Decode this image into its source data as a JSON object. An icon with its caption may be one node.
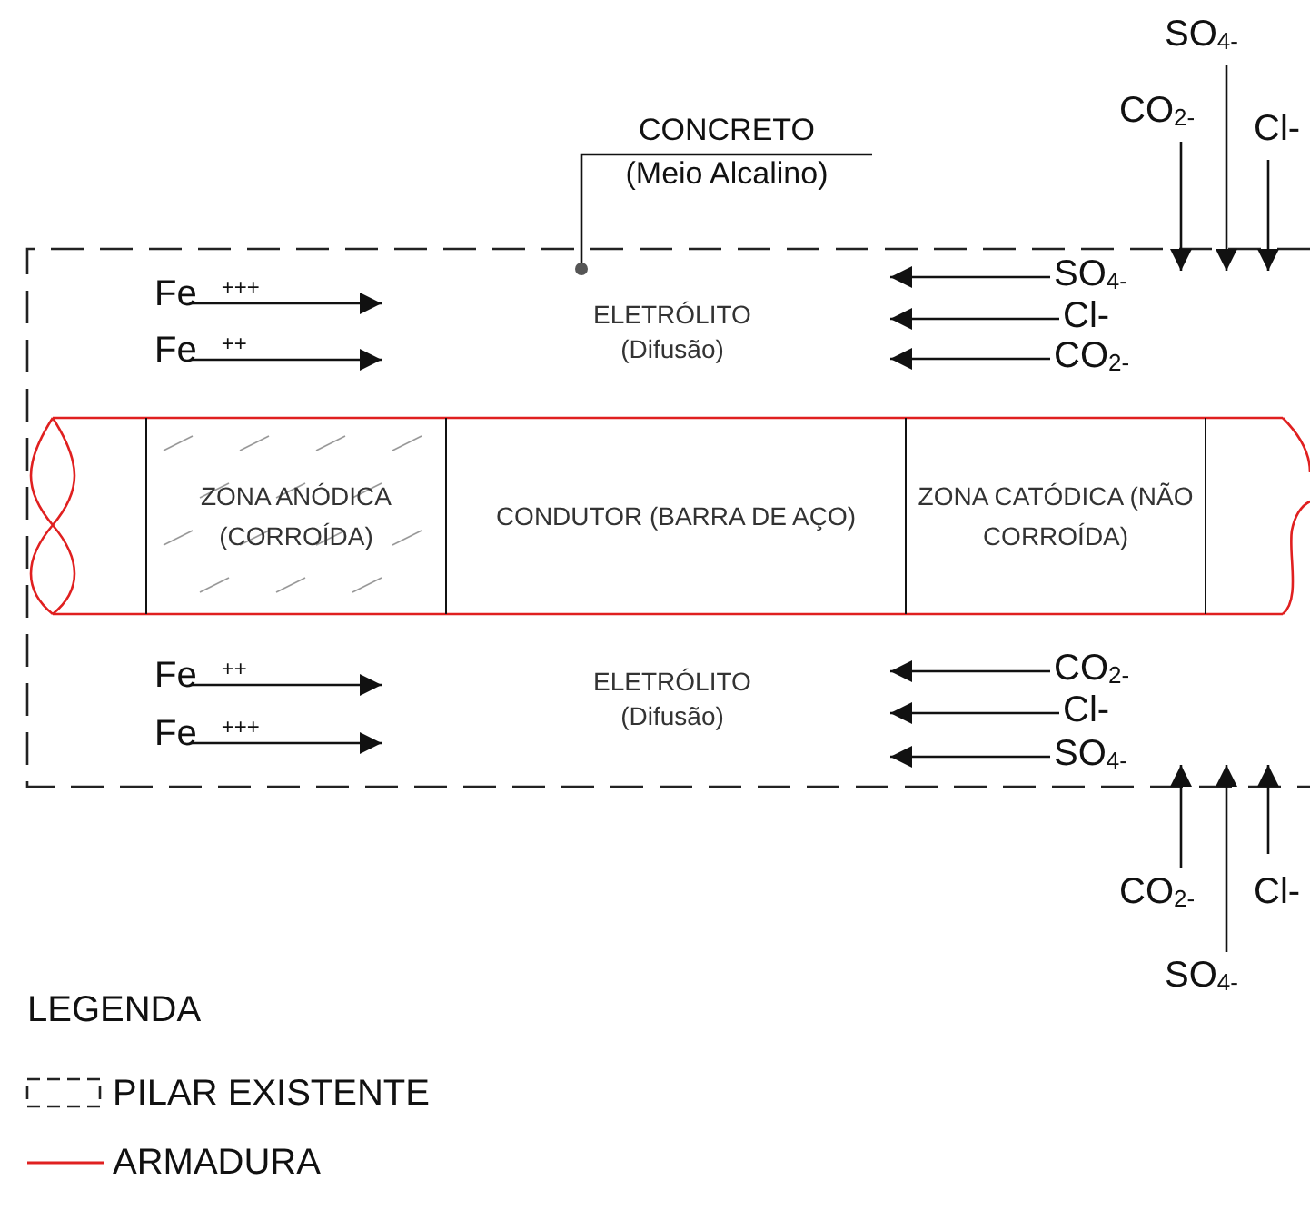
{
  "diagram": {
    "nodes": [
      {
        "text": [
          "CONCRETO",
          "(Meio Alcalino)"
        ]
      },
      {
        "text": [
          "SO$_{4-}$"
        ]
      },
      {
        "text": [
          "CO$_{2-}$"
        ]
      },
      {
        "text": [
          "Cl-"
        ]
      },
      {
        "text": [],
        "shape": "box"
      },
      {
        "text": [
          "Fe $^{+++}$"
        ],
        "in": 4
      },
      {
        "text": [
          "SO$_{4-}$"
        ],
        "in": 4
      },
      {
        "text": [
          "Fe $^{++}$"
        ],
        "in": 4
      },
      {
        "text": [
          "Cl-"
        ],
        "in": 4
      },
      {
        "text": [
          "CO$_{2-}$"
        ],
        "in": 4
      },
      {
        "text": [],
        "shape": "bar",
        "in": 4
      },
      {
        "text": [
          "ZONA ANÓDICA (CORROÍDA)"
        ],
        "in": 10
      },
      {
        "text": [
          "CONDUTOR (BARRA DE AÇO)"
        ],
        "in": 10
      },
      {
        "text": [
          "ZONA CATÓDICA (NÃO CORROÍDA)"
        ],
        "in": 10
      },
      {
        "text": [
          "CO$_{2-}$"
        ],
        "in": 4
      },
      {
        "text": [
          "Fe $^{++}$"
        ],
        "in": 4
      },
      {
        "text": [
          "Cl-"
        ],
        "in": 4
      },
      {
        "text": [
          "Fe $^{+++}$"
        ],
        "in": 4
      },
      {
        "text": [
          "SO$_{4-}$"
        ],
        "in": 4
      },
      {
        "text": [
          "CO$_{2-}$"
        ]
      },
      {
        "text": [
          "Cl-"
        ]
      },
      {
        "text": [
          "SO$_{4-}$"
        ]
      }
    ],
    "edges": [
      {
        "from": 0,
        "to": 4,
        "arrow": "other"
      },
      {
        "from": 1,
        "to": 4,
        "arrow": "to"
      },
      {
        "from": 2,
        "to": 4,
        "arrow": "to"
      },
      {
        "from": 3,
        "to": 4,
        "arrow": "to"
      },
      {
        "from": 5,
        "to": null,
        "arrow": "to"
      },
      {
        "from": 6,
        "to": null,
        "arrow": "to"
      },
      {
        "from": 7,
        "to": null,
        "arrow": "to"
      },
      {
        "from": 8,
        "to": null,
        "arrow": "to"
      },
      {
        "from": 9,
        "to": null,
        "arrow": "to"
      },
      {
        "from": 14,
        "to": null,
        "arrow": "to"
      },
      {
        "from": 15,
        "to": null,
        "arrow": "to"
      },
      {
        "from": 16,
        "to": null,
        "arrow": "to"
      },
      {
        "from": 17,
        "to": null,
        "arrow": "to"
      },
      {
        "from": 18,
        "to": null,
        "arrow": "to"
      },
      {
        "from": 19,
        "to": 4,
        "arrow": "to"
      },
      {
        "from": 20,
        "to": 4,
        "arrow": "to"
      },
      {
        "from": 21,
        "to": 4,
        "arrow": "to"
      }
    ],
    "labels": [
      "ELETRÓLITO",
      "(Difusão)",
      "ELETRÓLITO",
      "(Difusão)",
      "LEGENDA"
    ],
    "legend": [
      {
        "text": "PILAR EXISTENTE"
      },
      {
        "text": "ARMADURA"
      }
    ]
  }
}
